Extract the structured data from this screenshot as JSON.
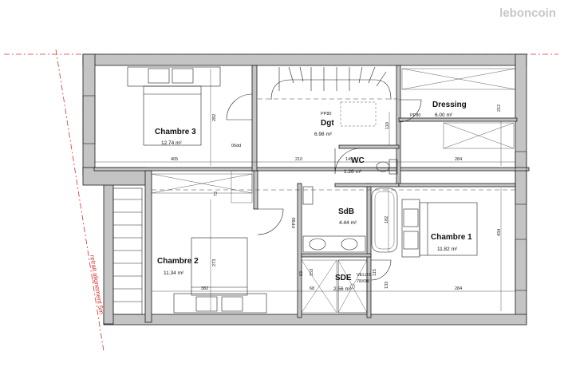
{
  "watermark": "leboncoin",
  "setback_label": "retrait alignement 5m",
  "rooms": {
    "chambre3": {
      "name": "Chambre 3",
      "area": "12.74  m²"
    },
    "dgt": {
      "name": "Dgt",
      "area": "6.98  m²"
    },
    "dressing": {
      "name": "Dressing",
      "area": "6.00  m²"
    },
    "wc": {
      "name": "WC",
      "area": "1.26  m²"
    },
    "sdb": {
      "name": "SdB",
      "area": "4.44  m²"
    },
    "chambre1": {
      "name": "Chambre 1",
      "area": "11.82  m²"
    },
    "chambre2": {
      "name": "Chambre 2",
      "area": "11.34  m²"
    },
    "sde": {
      "name": "SDE",
      "area": "2.56  m²"
    }
  },
  "velux": {
    "line1": "VELUX",
    "line2": "78X98"
  },
  "dimensions": {
    "d405": "405",
    "d210": "210",
    "d284a": "284",
    "d282": "282",
    "d149": "149",
    "d110": "110",
    "d212": "212",
    "d72": "72",
    "d273": "273",
    "d382": "382",
    "d68": "68",
    "d182": "182",
    "d133": "133",
    "d284b": "284",
    "d434": "434",
    "d63": "63",
    "d153": "153",
    "d115": "115"
  },
  "labels": {
    "pp80a": "PP80",
    "pp80b": "PP80",
    "pp80c": "PP80",
    "d06dd": "06dd"
  }
}
